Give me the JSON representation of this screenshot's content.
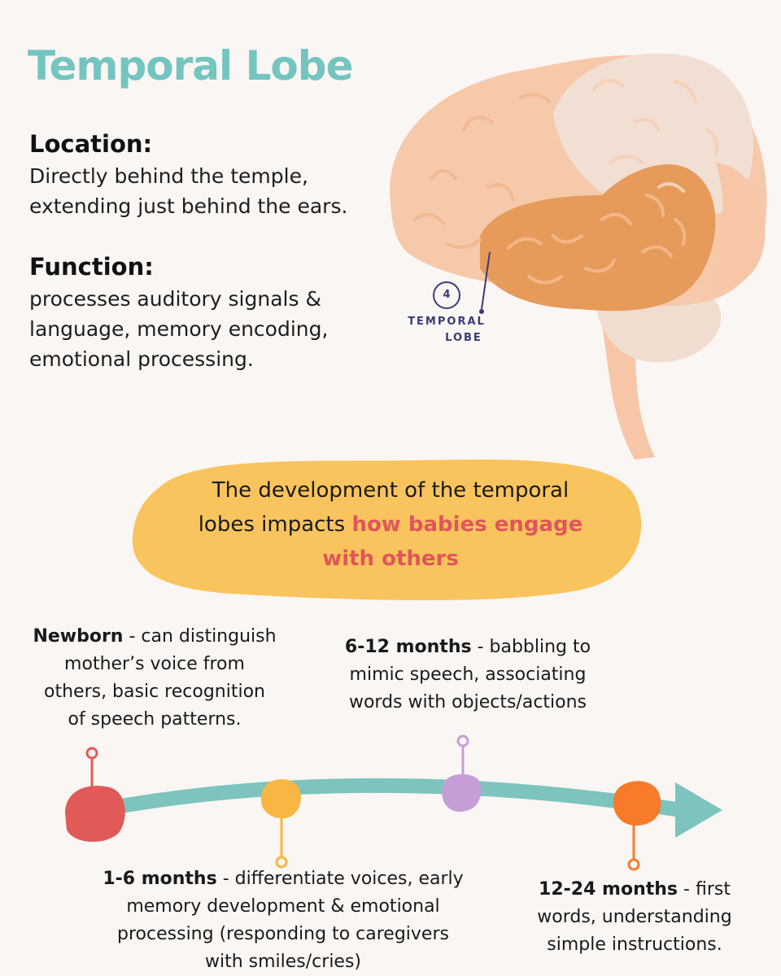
{
  "title": "Temporal Lobe",
  "location": {
    "label": "Location:",
    "lines": [
      "Directly behind the temple,",
      "extending just behind the ears."
    ]
  },
  "function": {
    "label": "Function:",
    "lines": [
      "processes auditory signals &",
      "language, memory encoding,",
      "emotional processing."
    ]
  },
  "brain_tag": {
    "number": "4",
    "line1": "TEMPORAL",
    "line2": "LOBE"
  },
  "callout": {
    "line1": "The development of the temporal",
    "line2_plain": "lobes impacts ",
    "line2_highlight": "how babies engage",
    "line3_highlight": "with others"
  },
  "milestones": [
    {
      "stage": "Newborn",
      "lines": [
        " - can distinguish",
        "mother’s voice from",
        "others, basic recognition",
        "of speech patterns."
      ]
    },
    {
      "stage": "1-6 months",
      "lines": [
        " - differentiate voices, early",
        "memory development & emotional",
        "processing (responding to caregivers",
        "with smiles/cries)"
      ]
    },
    {
      "stage": "6-12 months",
      "lines": [
        " - babbling to",
        "mimic speech, associating",
        "words with objects/actions"
      ]
    },
    {
      "stage": "12-24 months",
      "lines": [
        " - first",
        "words, understanding",
        "simple instructions."
      ]
    }
  ],
  "colors": {
    "title": "#74c4bf",
    "highlight": "#e0565a",
    "callout_bg": "#f9c45d",
    "timeline_line": "#7cc4bd",
    "newborn_dot": "#e05a58",
    "months_1_6_dot": "#f8b642",
    "months_6_12_dot": "#c59ed8",
    "months_12_24_dot": "#f77b2a"
  }
}
